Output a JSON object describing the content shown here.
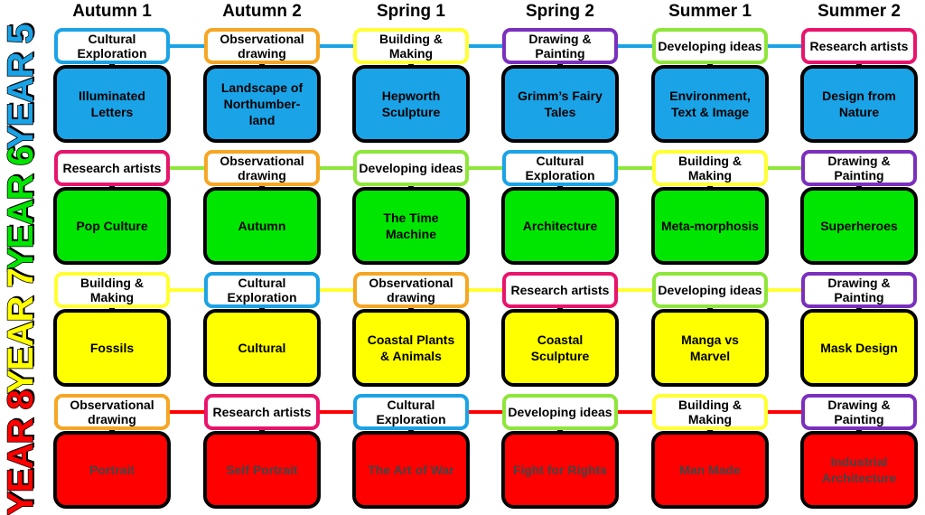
{
  "terms": [
    "Autumn 1",
    "Autumn 2",
    "Spring 1",
    "Spring 2",
    "Summer 1",
    "Summer 2"
  ],
  "skill_colors": {
    "Cultural Exploration": "#1aa3e6",
    "Observational drawing": "#f5a623",
    "Building & Making": "#ffff33",
    "Drawing & Painting": "#7b2fbe",
    "Developing ideas": "#8ee63a",
    "Research artists": "#e8146c"
  },
  "years": [
    {
      "label": "YEAR 5",
      "color": "#1aa3e6",
      "line_color": "#1aa3e6",
      "skills": [
        "Cultural Exploration",
        "Observational drawing",
        "Building & Making",
        "Drawing & Painting",
        "Developing ideas",
        "Research artists"
      ],
      "topics": [
        "Illuminated Letters",
        "Landscape of Northumber-land",
        "Hepworth Sculpture",
        "Grimm’s Fairy Tales",
        "Environment, Text & Image",
        "Design from Nature"
      ],
      "topic_text_color": "#000000"
    },
    {
      "label": "YEAR 6",
      "color": "#00e600",
      "line_color": "#8ee63a",
      "skills": [
        "Research artists",
        "Observational drawing",
        "Developing ideas",
        "Cultural Exploration",
        "Building & Making",
        "Drawing & Painting"
      ],
      "topics": [
        "Pop Culture",
        "Autumn",
        "The Time Machine",
        "Architecture",
        "Meta-morphosis",
        "Superheroes"
      ],
      "topic_text_color": "#000000"
    },
    {
      "label": "YEAR 7",
      "color": "#ffff00",
      "line_color": "#ffff33",
      "skills": [
        "Building & Making",
        "Cultural Exploration",
        "Observational drawing",
        "Research artists",
        "Developing ideas",
        "Drawing & Painting"
      ],
      "topics": [
        "Fossils",
        "Cultural",
        "Coastal Plants & Animals",
        "Coastal Sculpture",
        "Manga vs Marvel",
        "Mask Design"
      ],
      "topic_text_color": "#000000"
    },
    {
      "label": "YEAR 8",
      "color": "#ff0000",
      "line_color": "#ff0000",
      "skills": [
        "Observational drawing",
        "Research artists",
        "Cultural Exploration",
        "Developing ideas",
        "Building & Making",
        "Drawing & Painting"
      ],
      "topics": [
        "Portrait",
        "Self Portrait",
        "The Art of War",
        "Fight for Rights",
        "Man Made",
        "Industrial Architecture"
      ],
      "topic_text_color": "#444444"
    }
  ]
}
